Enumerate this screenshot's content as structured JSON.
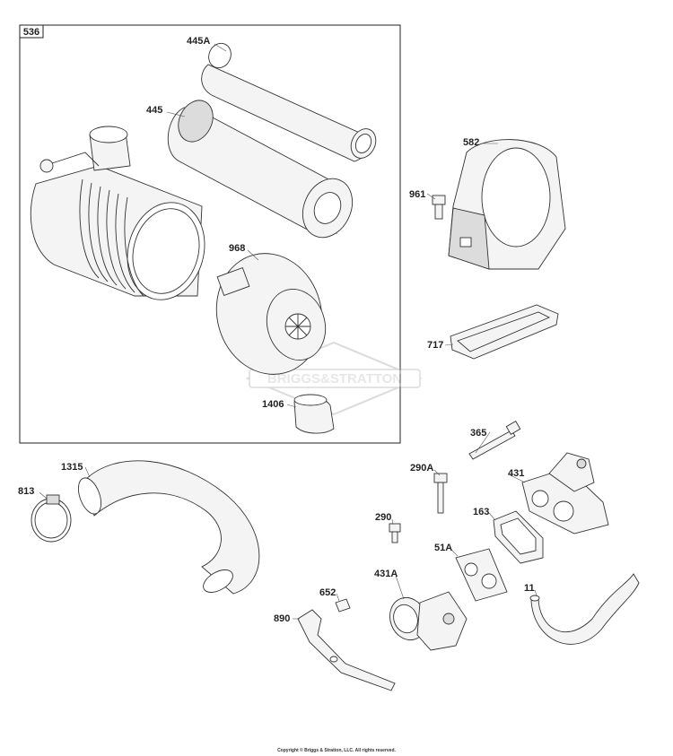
{
  "group_box_label": "536",
  "watermark_text": "BRIGGS&STRATTON",
  "copyright": "Copyright © Briggs & Stratton, LLC. All rights reserved.",
  "parts": {
    "p445A": "445A",
    "p445": "445",
    "p968": "968",
    "p1406": "1406",
    "p582": "582",
    "p961": "961",
    "p717": "717",
    "p365": "365",
    "p290A": "290A",
    "p431": "431",
    "p163": "163",
    "p290": "290",
    "p51A": "51A",
    "p431A": "431A",
    "p11": "11",
    "p652": "652",
    "p890": "890",
    "p1315": "1315",
    "p813": "813"
  }
}
